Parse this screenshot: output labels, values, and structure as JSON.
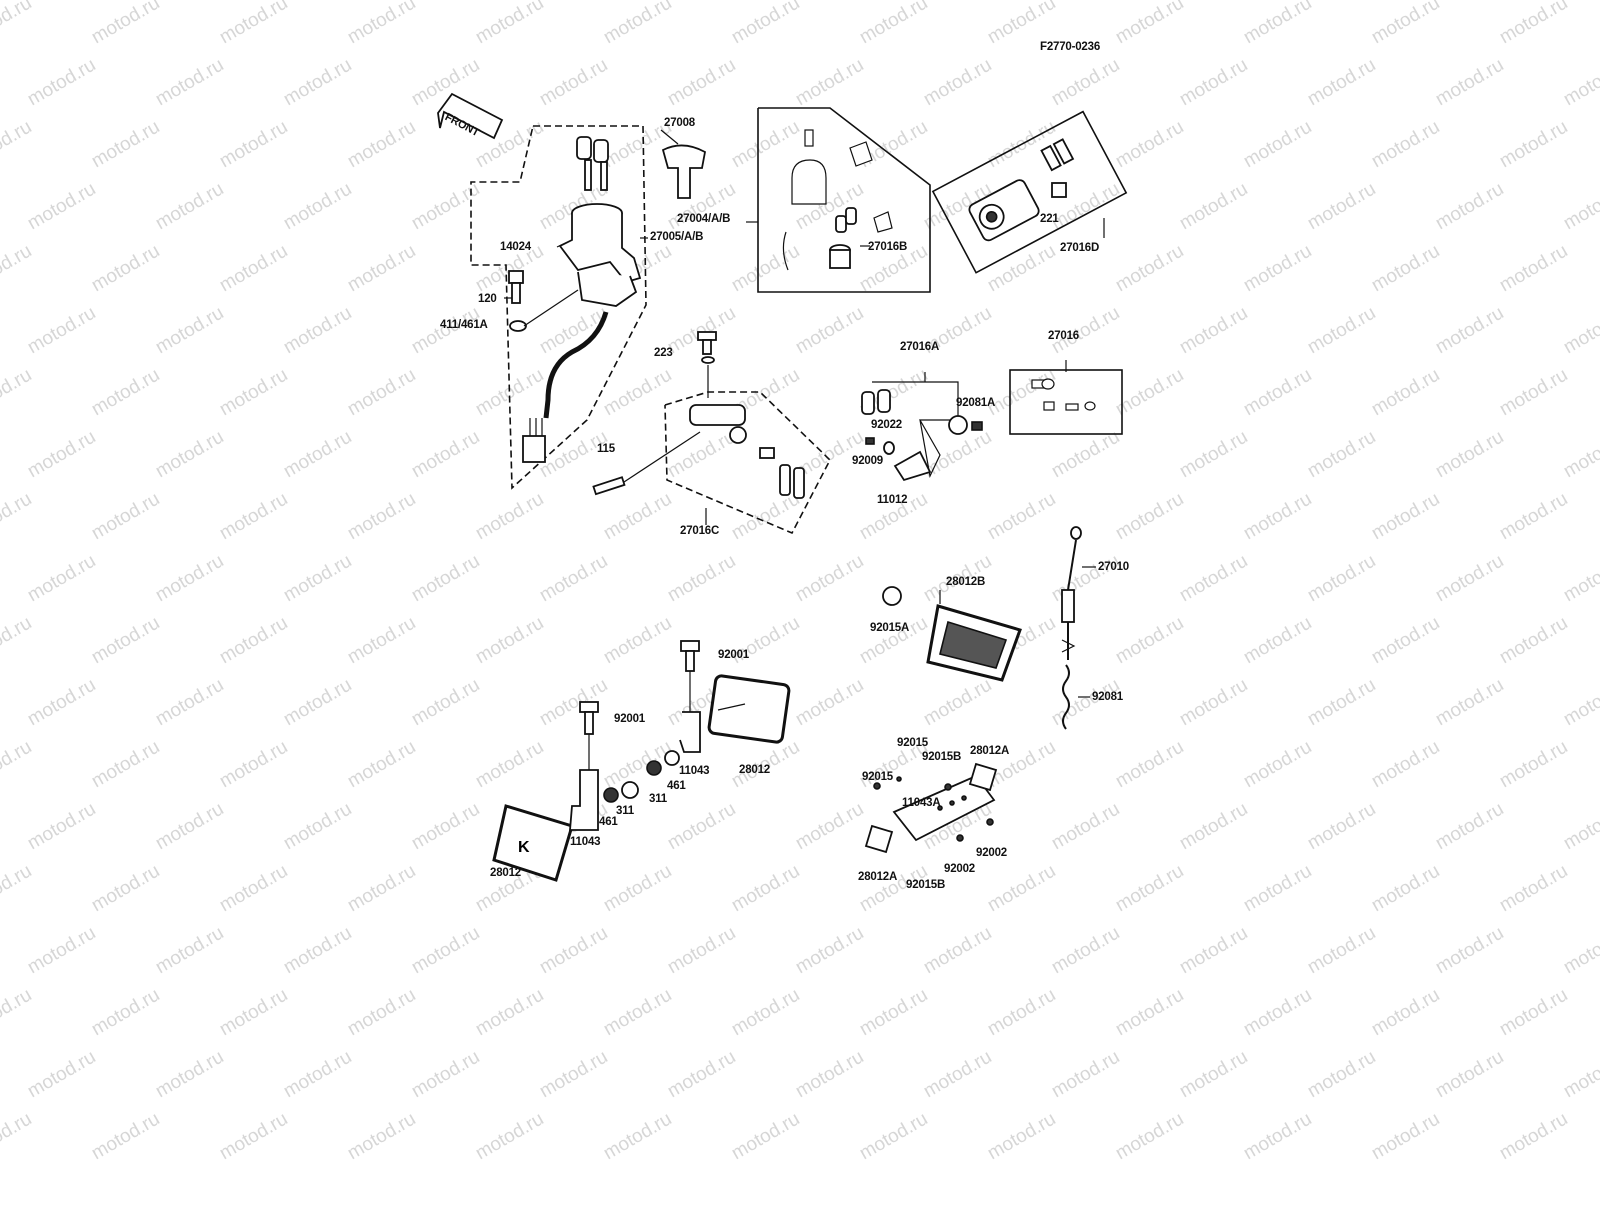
{
  "watermark": "motod.ru",
  "figure_code": "F2770-0236",
  "front_arrow": "FRONT",
  "labels": [
    "27008",
    "27004/A/B",
    "27005/A/B",
    "14024",
    "120",
    "411/461A",
    "27016B",
    "221",
    "27016D",
    "223",
    "115",
    "27016C",
    "27016A",
    "92022",
    "92009",
    "92081A",
    "11012",
    "27016",
    "27010",
    "28012B",
    "92015A",
    "92081",
    "92001",
    "92001",
    "28012",
    "11043",
    "461",
    "311",
    "311",
    "461",
    "11043",
    "28012",
    "92015",
    "92015B",
    "28012A",
    "92015",
    "11043A",
    "92002",
    "92002",
    "28012A",
    "92015B"
  ]
}
